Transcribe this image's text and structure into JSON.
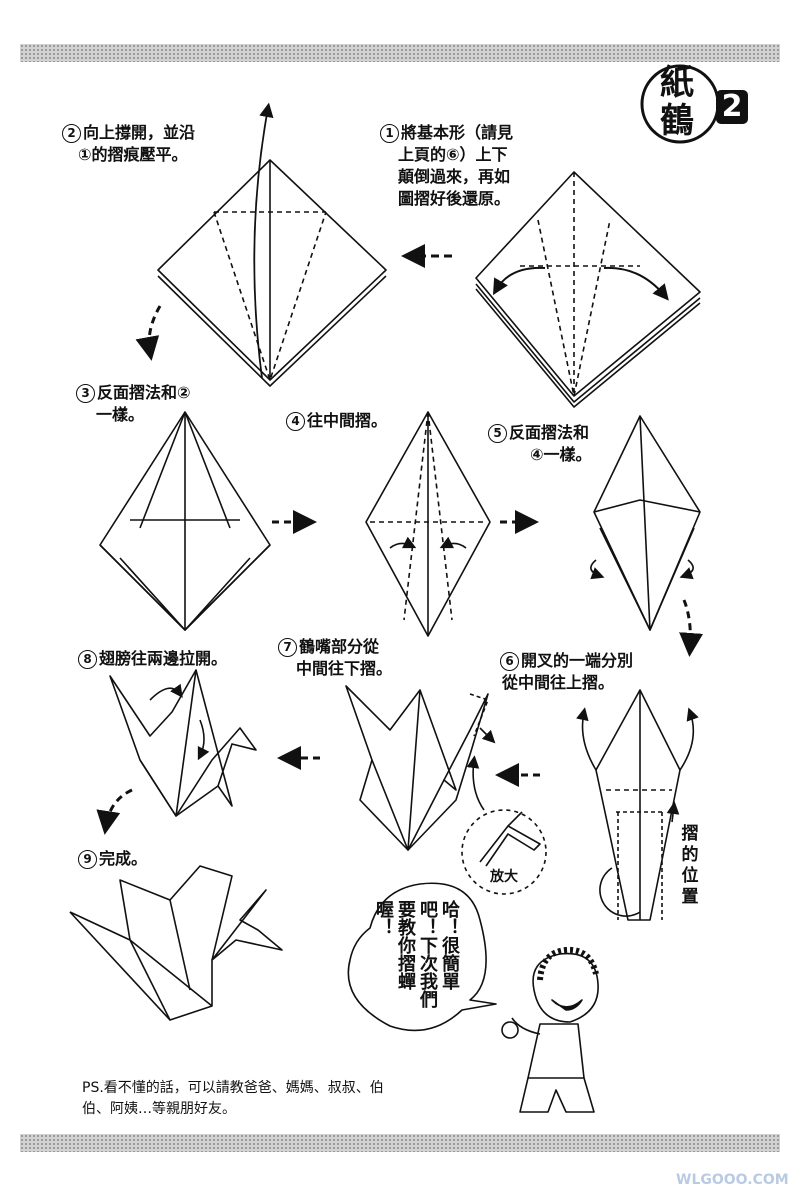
{
  "title": {
    "char1": "紙",
    "char2": "鶴",
    "number": "2"
  },
  "steps": [
    {
      "num": "2",
      "text": "向上撐開，並沿",
      "text2": "①的摺痕壓平。"
    },
    {
      "num": "1",
      "text": "將基本形（請見",
      "text2": "上頁的⑥）上下",
      "text3": "顛倒過來，再如",
      "text4": "圖摺好後還原。"
    },
    {
      "num": "3",
      "text": "反面摺法和②",
      "text2": "一樣。"
    },
    {
      "num": "4",
      "text": "往中間摺。"
    },
    {
      "num": "5",
      "text": "反面摺法和",
      "text2": "④一樣。"
    },
    {
      "num": "8",
      "text": "翅膀往兩邊拉開。"
    },
    {
      "num": "7",
      "text": "鶴嘴部分從",
      "text2": "中間往下摺。"
    },
    {
      "num": "6",
      "text": "開叉的一端分別",
      "text2": "從中間往上摺。"
    },
    {
      "num": "9",
      "text": "完成。"
    }
  ],
  "fold_position_label": "摺的位置",
  "zoom_label": "放大",
  "speech_bubble": "哈！很簡單吧！下次我們要教你摺蟬喔！",
  "ps_note": "PS.看不懂的話，可以請教爸爸、媽媽、叔叔、伯伯、阿姨…等親朋好友。",
  "watermark": "WLGOOO.COM"
}
